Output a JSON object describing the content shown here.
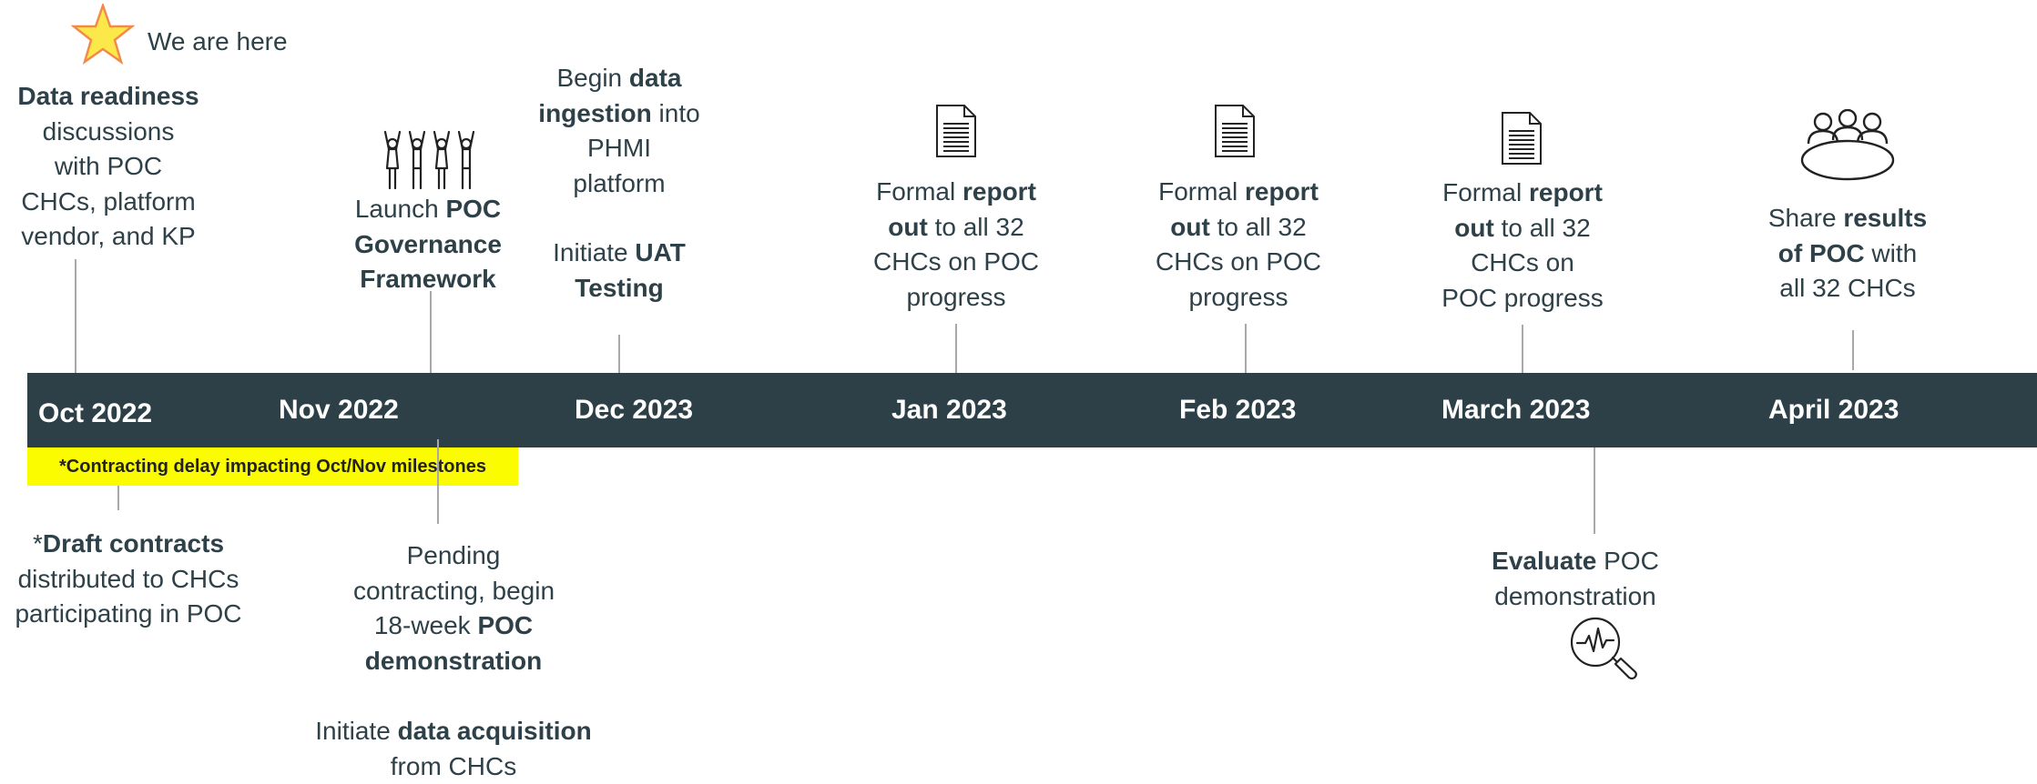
{
  "marker": {
    "icon": "star-icon",
    "label": "We are here",
    "color": "#fde84a"
  },
  "timeline": {
    "bar_color": "#2d4048",
    "months": [
      "Oct 2022",
      "Nov 2022",
      "Dec 2023",
      "Jan 2023",
      "Feb 2023",
      "March 2023",
      "April 2023"
    ]
  },
  "delay_banner": {
    "text": "*Contracting delay impacting Oct/Nov milestones",
    "color": "#fcfc00"
  },
  "above": {
    "oct": {
      "b1": "Data readiness",
      "l2": "discussions",
      "l3": "with POC",
      "l4": "CHCs, platform",
      "l5": "vendor, and KP"
    },
    "nov": {
      "icon": "celebrating-people-icon",
      "l1a": "Launch ",
      "l1b": "POC",
      "l2": "Governance",
      "l3": "Framework"
    },
    "dec": {
      "l1a": "Begin ",
      "l1b": "data",
      "l2a": "ingestion",
      "l2b": " into",
      "l3": "PHMI",
      "l4": "platform",
      "l5a": "Initiate ",
      "l5b": "UAT",
      "l6": "Testing"
    },
    "jan": {
      "icon": "document-icon",
      "l1a": "Formal ",
      "l1b": "report",
      "l2a": "out",
      "l2b": " to all 32",
      "l3": "CHCs on POC",
      "l4": "progress"
    },
    "feb": {
      "icon": "document-icon",
      "l1a": "Formal ",
      "l1b": "report",
      "l2a": "out",
      "l2b": " to all 32",
      "l3": "CHCs on POC",
      "l4": "progress"
    },
    "mar": {
      "icon": "document-icon",
      "l1a": "Formal ",
      "l1b": "report",
      "l2a": "out",
      "l2b": " to all 32",
      "l3": "CHCs on",
      "l4": "POC progress"
    },
    "apr": {
      "icon": "meeting-table-icon",
      "l1a": "Share ",
      "l1b": "results",
      "l2a": "of POC",
      "l2b": " with",
      "l3": "all 32 CHCs"
    }
  },
  "below": {
    "oct": {
      "l1a": "*",
      "l1b": "Draft contracts",
      "l2": "distributed to CHCs",
      "l3": "participating in POC"
    },
    "nov": {
      "l1": "Pending",
      "l2": "contracting, begin",
      "l3a": "18-week ",
      "l3b": "POC",
      "l4": "demonstration",
      "l5a": "Initiate ",
      "l5b": "data acquisition",
      "l6": "from CHCs"
    },
    "mar": {
      "icon": "analytics-magnifier-icon",
      "l1a": "Evaluate",
      "l1b": " POC",
      "l2": "demonstration"
    }
  }
}
